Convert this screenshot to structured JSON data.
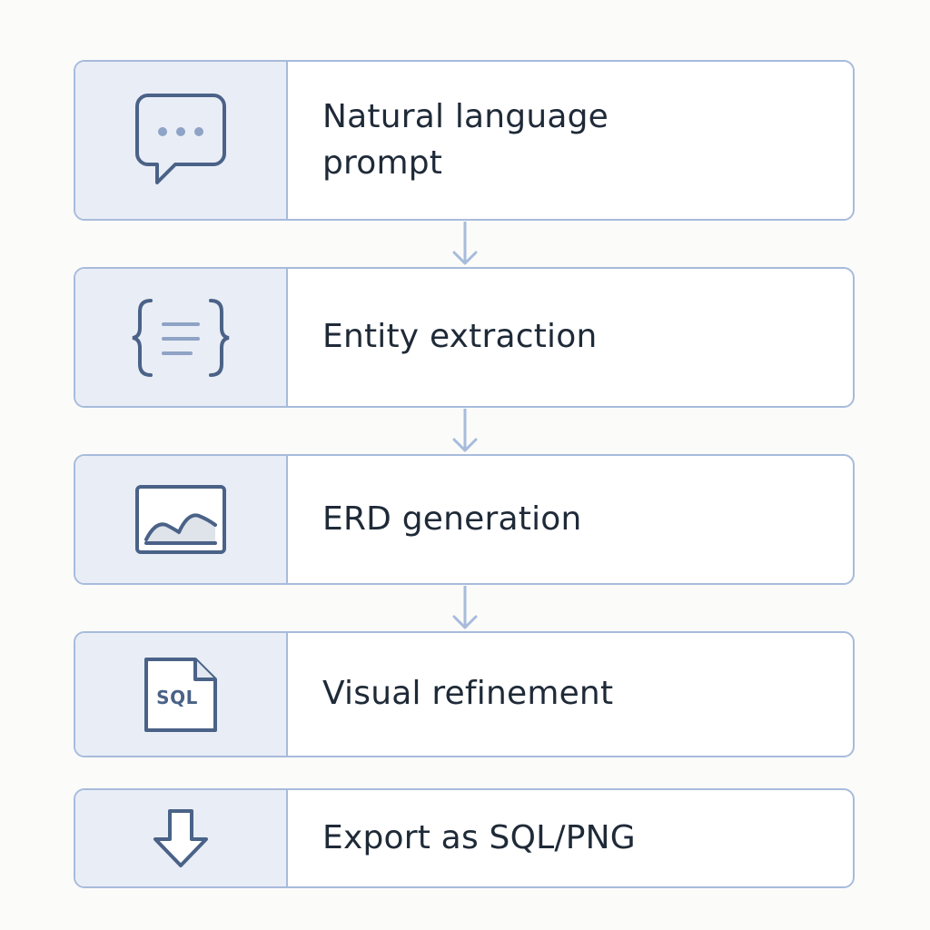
{
  "colors": {
    "border": "#a7bbdc",
    "icon_panel": "#e9edf6",
    "icon_stroke": "#4a6287",
    "arrow": "#a7bbdc",
    "text": "#1f2a38"
  },
  "steps": [
    {
      "label": "Natural language\nprompt",
      "icon": "chat-bubble-icon"
    },
    {
      "label": "Entity extraction",
      "icon": "curly-braces-icon"
    },
    {
      "label": "ERD generation",
      "icon": "image-chart-icon"
    },
    {
      "label": "Visual refinement",
      "icon": "sql-file-icon"
    },
    {
      "label": "Export as SQL/PNG",
      "icon": "download-arrow-icon"
    }
  ],
  "sql_icon_text": "SQL"
}
